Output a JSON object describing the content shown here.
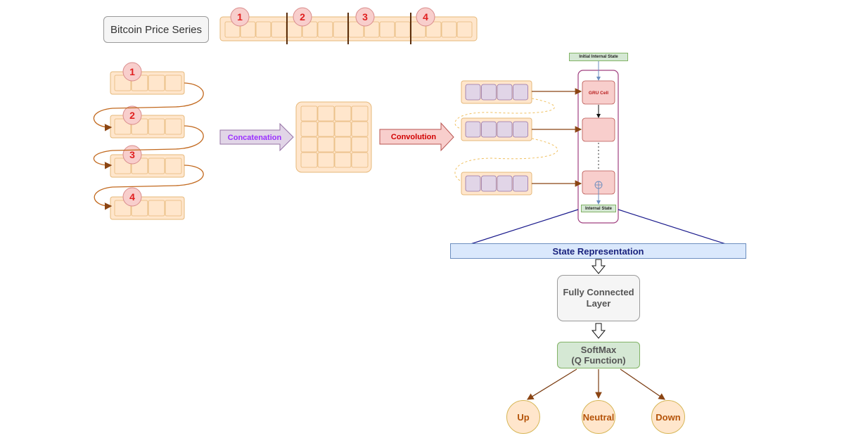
{
  "title": "Bitcoin Price Series",
  "segment_numbers": [
    "1",
    "2",
    "3",
    "4"
  ],
  "row_numbers": [
    "1",
    "2",
    "3",
    "4"
  ],
  "concat_label": "Concatenation",
  "conv_label": "Convolution",
  "initial_state_label": "Initial Internal State",
  "gru_cell_label": "GRU Cell",
  "internal_state_label": "Internal State",
  "state_representation_label": "State Representation",
  "fully_connected_label": "Fully Connected\nLayer",
  "softmax_label": "SoftMax\n(Q Function)",
  "outputs": [
    "Up",
    "Neutral",
    "Down"
  ],
  "colors": {
    "cell_fill": "#ffe6cc",
    "cell_stroke": "#e6b87a",
    "badge_fill": "#f8cecc",
    "badge_stroke": "#d98b8b",
    "badge_text": "#e02020",
    "purple_fill": "#e1d5e7",
    "purple_stroke": "#9673a6",
    "red_fill": "#f8cecc",
    "red_stroke": "#b85450",
    "connector": "#8b4513",
    "divider": "#5a2d0c",
    "navy": "#1a1a8c"
  }
}
